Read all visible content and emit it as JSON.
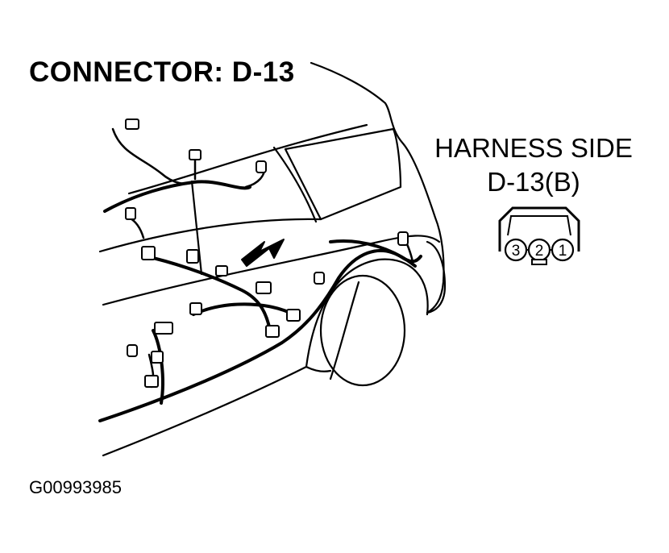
{
  "title": "CONNECTOR: D-13",
  "harness": {
    "line1": "HARNESS SIDE",
    "line2": "D-13(B)"
  },
  "connector_pins": [
    "3",
    "2",
    "1"
  ],
  "figure_id": "G00993985"
}
